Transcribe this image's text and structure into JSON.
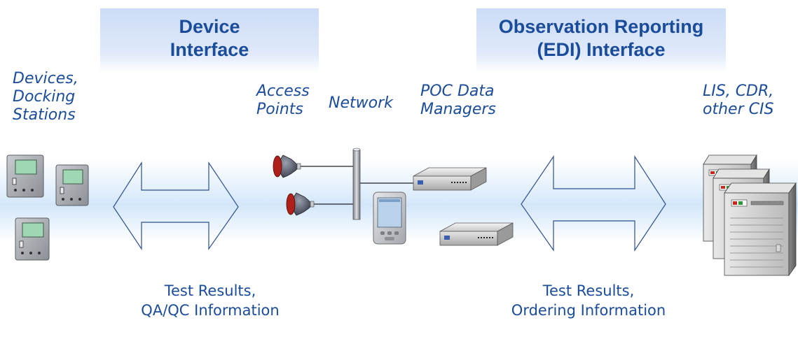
{
  "headers": {
    "device_interface": [
      "Device",
      "Interface"
    ],
    "edi_interface": [
      "Observation Reporting",
      "(EDI) Interface"
    ]
  },
  "labels": {
    "devices": [
      "Devices,",
      "Docking",
      "Stations"
    ],
    "access_points": [
      "Access",
      "Points"
    ],
    "network": "Network",
    "poc_data_managers": [
      "POC Data",
      "Managers"
    ],
    "lis": [
      "LIS, CDR,",
      "other CIS"
    ]
  },
  "bottom": {
    "left": [
      "Test Results,",
      "QA/QC Information"
    ],
    "right": [
      "Test Results,",
      "Ordering Information"
    ]
  },
  "colors": {
    "text_blue": "#1a4c9a",
    "header_bg": "#d6e3f8",
    "band_blue": "#d2e6fa",
    "access_point_red": "#b0201a"
  },
  "icons": [
    "handheld-device-icon",
    "access-point-icon",
    "network-backbone-icon",
    "pda-icon",
    "data-manager-box-icon",
    "server-tower-icon",
    "double-arrow-icon"
  ]
}
